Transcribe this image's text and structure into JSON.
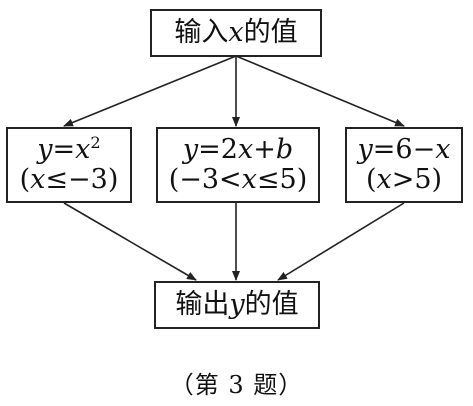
{
  "input_box": {
    "label_pre": "输入",
    "var": "x",
    "label_post": "的值"
  },
  "branches": [
    {
      "lhs": "y",
      "eq": "=",
      "rhs_var": "x",
      "rhs_sup": "2",
      "cond_open": "(",
      "cond_var": "x",
      "cond_rest": "≤−3)"
    },
    {
      "lhs": "y",
      "eq": "=",
      "rhs_pre": "2",
      "rhs_var": "x",
      "rhs_post": "+",
      "rhs_var2": "b",
      "cond_open": "(−3<",
      "cond_var": "x",
      "cond_rest": "≤5)"
    },
    {
      "lhs": "y",
      "eq": "=",
      "rhs_pre": "6−",
      "rhs_var": "x",
      "cond_open": "(",
      "cond_var": "x",
      "cond_rest": ">5)"
    }
  ],
  "output_box": {
    "label_pre": "输出",
    "var": "y",
    "label_post": "的值"
  },
  "caption": "（第 3 题）"
}
